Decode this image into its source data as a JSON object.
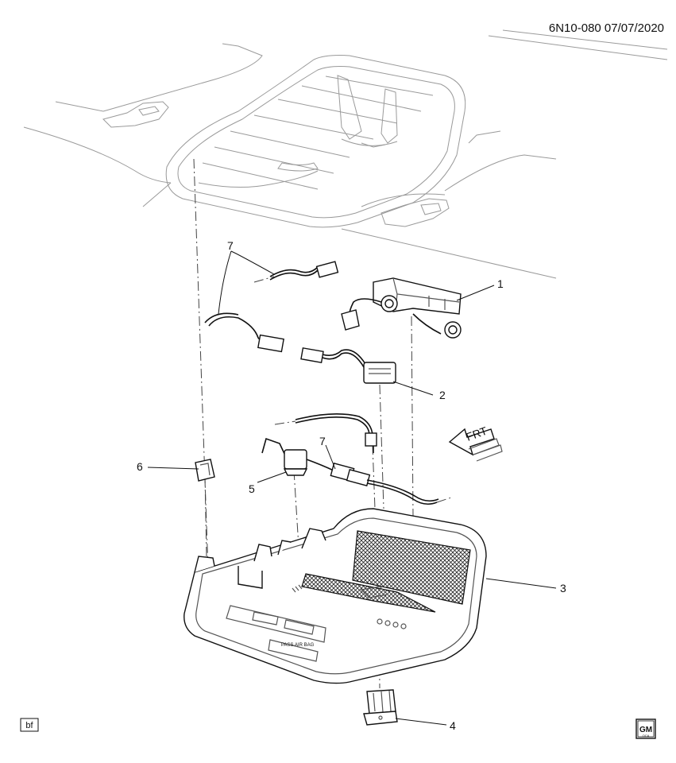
{
  "header": {
    "code": "6N10-080  07/07/2020"
  },
  "labels": {
    "l1": "1",
    "l2": "2",
    "l3": "3",
    "l4": "4",
    "l5": "5",
    "l6": "6",
    "l7a": "7",
    "l7b": "7"
  },
  "front_arrow": {
    "text": "FRT"
  },
  "footer": {
    "badge": "bf",
    "logo_main": "GM",
    "logo_sub": "OCA"
  },
  "console_text": {
    "line1": "PASS AIR BAG"
  }
}
